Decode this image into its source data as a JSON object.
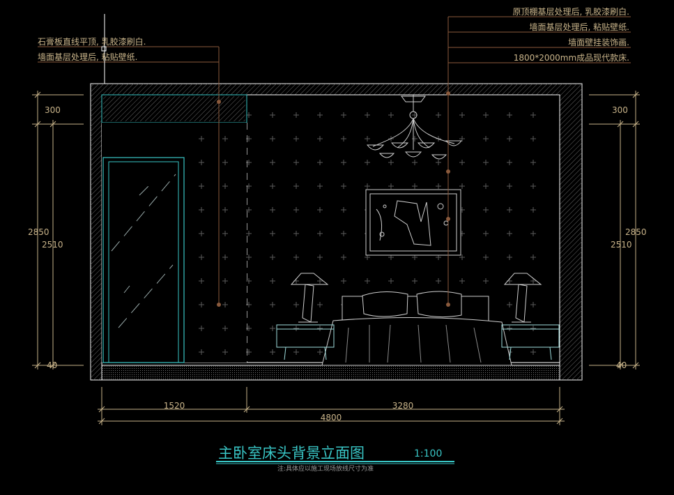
{
  "annotations_left": [
    "石膏板直线平顶, 乳胶漆刷白.",
    "墙面基层处理后, 粘贴壁纸."
  ],
  "annotations_right": [
    "原顶棚基层处理后, 乳胶漆刷白.",
    "墙面基层处理后, 粘贴壁纸.",
    "墙面壁挂装饰画.",
    "1800*2000mm成品现代款床."
  ],
  "dimensions": {
    "left_top": "300",
    "left_total": "2850",
    "left_mid": "2510",
    "left_bottom": "40",
    "right_top": "300",
    "right_total": "2850",
    "right_mid": "2510",
    "right_bottom": "40",
    "bottom_left": "1520",
    "bottom_right": "3280",
    "bottom_total": "4800"
  },
  "title": "主卧室床头背景立面图",
  "scale": "1:100",
  "note": "注:具体应以施工现场放线尺寸为准",
  "colors": {
    "background": "#000000",
    "outline": "#ffffff",
    "cyan": "#39c6c6",
    "dimension": "#c9b48a",
    "leader": "#8b5a3c",
    "hatch": "#6a6a6a"
  }
}
